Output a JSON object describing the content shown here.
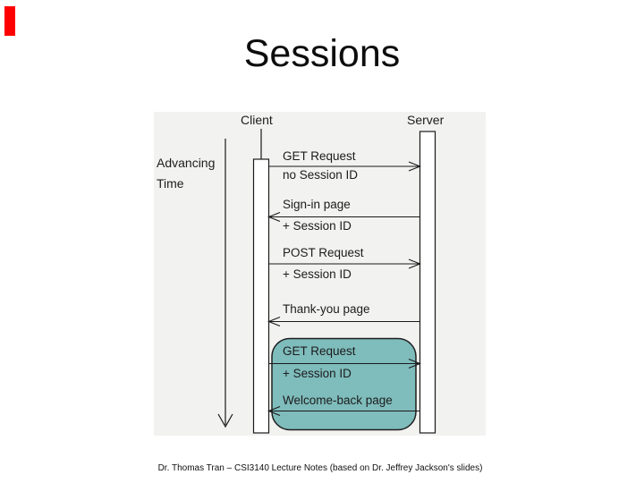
{
  "slide": {
    "title": "Sessions",
    "footer": "Dr. Thomas Tran – CSI3140 Lecture Notes (based on Dr. Jeffrey Jackson's slides)"
  },
  "diagram": {
    "time_label": {
      "line1": "Advancing",
      "line2": "Time"
    },
    "actors": [
      {
        "name": "Client"
      },
      {
        "name": "Server"
      }
    ],
    "messages": [
      {
        "line1": "GET Request",
        "line2": "no Session ID",
        "direction": "right",
        "from": "Client",
        "to": "Server",
        "highlighted": false
      },
      {
        "line1": "Sign-in page",
        "line2": "+ Session ID",
        "direction": "left",
        "from": "Server",
        "to": "Client",
        "highlighted": false
      },
      {
        "line1": "POST Request",
        "line2": "+ Session ID",
        "direction": "right",
        "from": "Client",
        "to": "Server",
        "highlighted": false
      },
      {
        "line1": "Thank-you page",
        "line2": "",
        "direction": "left",
        "from": "Server",
        "to": "Client",
        "highlighted": false
      },
      {
        "line1": "GET Request",
        "line2": "+ Session ID",
        "direction": "right",
        "from": "Client",
        "to": "Server",
        "highlighted": true
      },
      {
        "line1": "Welcome-back page",
        "line2": "",
        "direction": "left",
        "from": "Server",
        "to": "Client",
        "highlighted": true
      }
    ],
    "colors": {
      "highlight_fill": "#7fbcbc",
      "highlight_border": "#1f1f1f",
      "diagram_background": "#f2f2f1",
      "line": "#000000",
      "text": "#1c1c1c",
      "red_marker": "#fe0000"
    }
  }
}
